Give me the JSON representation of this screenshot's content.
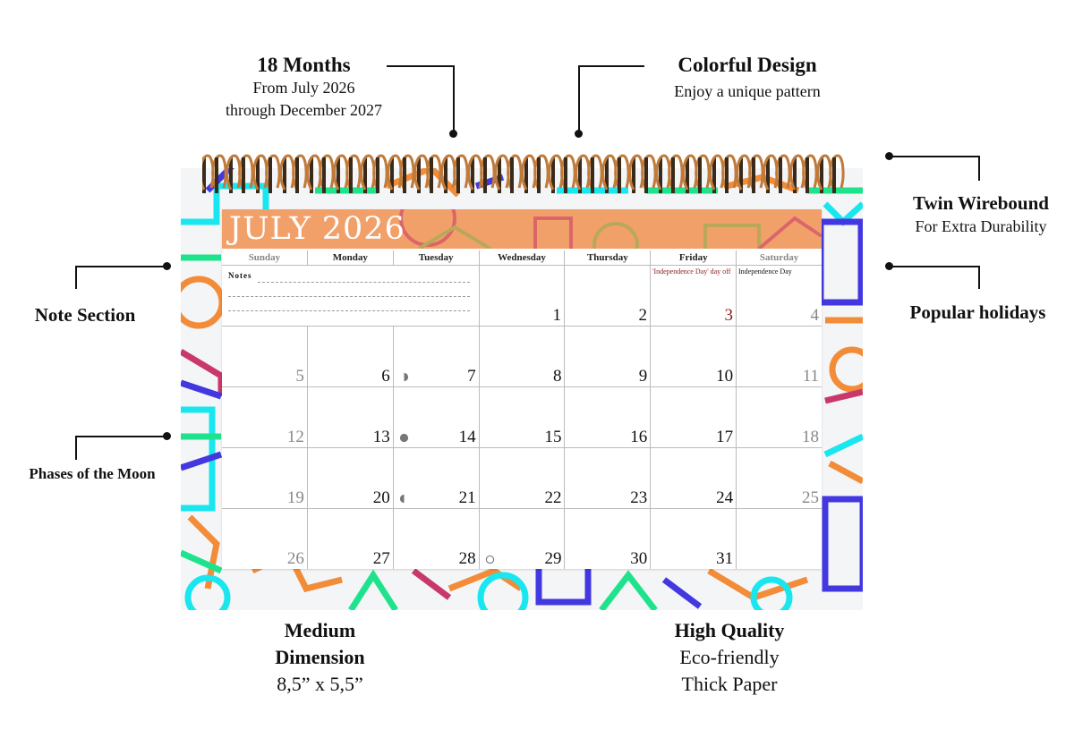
{
  "callouts": {
    "months_title": "18 Months",
    "months_line1": "From July 2026",
    "months_line2": "through December 2027",
    "colorful_title": "Colorful Design",
    "colorful_sub": "Enjoy a unique pattern",
    "twin_title": "Twin Wirebound",
    "twin_sub": "For Extra Durability",
    "note_title": "Note Section",
    "popular_title": "Popular holidays",
    "phases_title": "Phases of the Moon",
    "medium_title1": "Medium",
    "medium_title2": "Dimension",
    "medium_sub": "8,5” x 5,5”",
    "quality_title": "High Quality",
    "quality_sub1": "Eco-friendly",
    "quality_sub2": "Thick Paper"
  },
  "calendar": {
    "month_title": "JULY 2026",
    "notes_label": "Notes",
    "weekdays": [
      "Sunday",
      "Monday",
      "Tuesday",
      "Wednesday",
      "Thursday",
      "Friday",
      "Saturday"
    ],
    "holidays": {
      "friday_3": "'Independence Day' day off",
      "saturday_4": "Independence Day"
    },
    "weeks": [
      [
        "",
        "",
        "",
        "1",
        "2",
        "3",
        "4"
      ],
      [
        "5",
        "6",
        "7",
        "8",
        "9",
        "10",
        "11"
      ],
      [
        "12",
        "13",
        "14",
        "15",
        "16",
        "17",
        "18"
      ],
      [
        "19",
        "20",
        "21",
        "22",
        "23",
        "24",
        "25"
      ],
      [
        "26",
        "27",
        "28",
        "29",
        "30",
        "31",
        ""
      ]
    ],
    "moon_icons": [
      "first-quarter",
      "full-moon",
      "last-quarter",
      "new-moon"
    ],
    "colors": {
      "banner": "#f2a06a",
      "holiday_red": "#8b1a1a",
      "pattern_orange": "#f28c38",
      "pattern_cyan": "#19e6ef",
      "pattern_green": "#1ee38c",
      "pattern_blue": "#4338e0",
      "pattern_magenta": "#c9386b",
      "ring_copper": "#c07a3a"
    }
  }
}
